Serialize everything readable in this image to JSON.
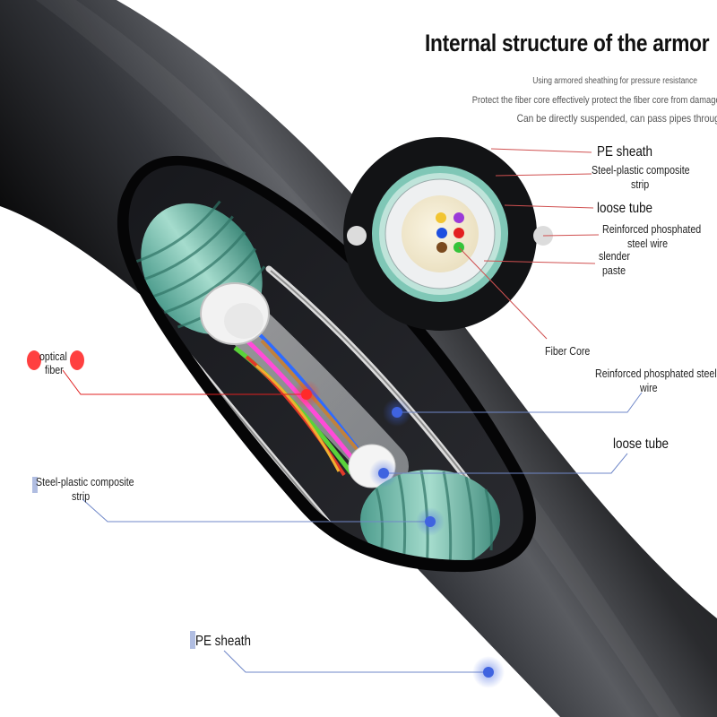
{
  "title": "Internal structure of the armor",
  "features": [
    "Using armored sheathing for pressure resistance",
    "Protect the fiber core effectively protect the fiber core from damage",
    "Can be directly suspended, can pass pipes through"
  ],
  "cross_section_labels": {
    "pe_sheath": "PE sheath",
    "steel_plastic_strip_line1": "Steel-plastic composite",
    "steel_plastic_strip_line2": "strip",
    "loose_tube": "loose tube",
    "steel_wire_line1": "Reinforced phosphated",
    "steel_wire_line2": "steel wire",
    "paste_line1": "slender",
    "paste_line2": "paste",
    "fiber_core": "Fiber Core"
  },
  "cable_labels": {
    "optical_fiber_line1": "optical",
    "optical_fiber_line2": "fiber",
    "steel_wire_line1": "Reinforced phosphated steel",
    "steel_wire_line2": "wire",
    "loose_tube": "loose tube",
    "steel_plastic_strip_line1": "Steel-plastic composite",
    "steel_plastic_strip_line2": "strip",
    "pe_sheath": "PE sheath"
  },
  "colors": {
    "sheath": "#1e1f21",
    "armor": "#7fc7b6",
    "tube": "#f1f1f1",
    "paste": "#f6efd8",
    "wire": "#dedede",
    "leader_blue": "#6f87c8",
    "leader_red": "#e02020",
    "dot_blue": "#3f63e0",
    "dot_red": "#ff2a2a"
  },
  "fiber_colors": [
    "#f2c531",
    "#9b3ad8",
    "#1e4fe0",
    "#e32020",
    "#7a4a1e",
    "#35c43a"
  ]
}
